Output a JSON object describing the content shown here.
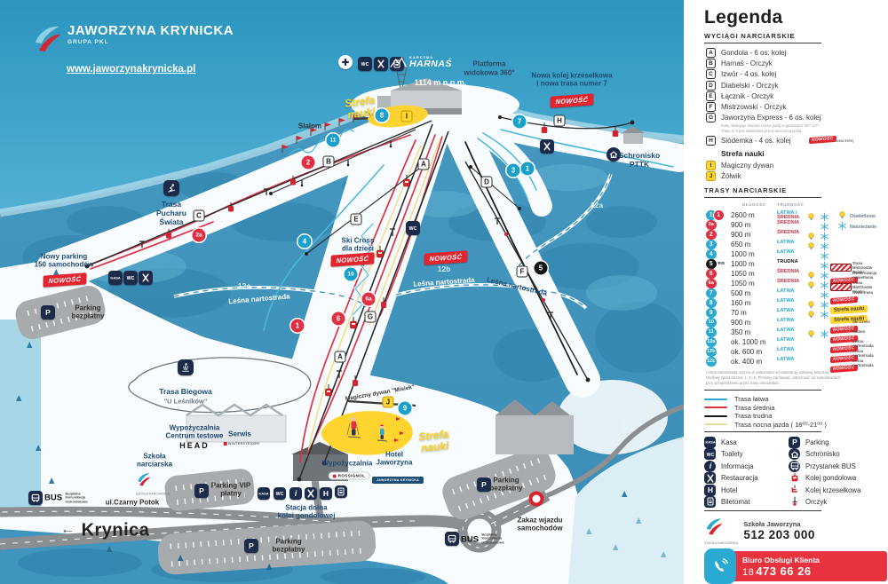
{
  "logo": {
    "title": "JAWORZYNA KRYNICKA",
    "subtitle": "GRUPA PKL",
    "website": "www.jaworzynakrynicka.pl"
  },
  "badge_nowosc": "NOWOŚĆ",
  "colors": {
    "easy": "#2aa9d2",
    "medium": "#e03044",
    "hard": "#17181a",
    "night": "#e8dd96",
    "accent_red": "#e2252f",
    "navy": "#1d2b4a",
    "yellow": "#ffd42e"
  },
  "map": {
    "labels": {
      "platforma": "Platforma\nwidokowa 360°",
      "altitude": "1114 m n.p.m.",
      "karczma_top": "KARCZMA",
      "karczma": "HARNAŚ",
      "strefa_nauki": "Strefa\nnauki",
      "nowa_kolej": "Nowa kolej krzesełkowa\ni nowa trasa numer 7",
      "schronisko": "Schronisko\nPTTK",
      "slalom": "Slalom",
      "trasa_pucharu": "Trasa\nPucharu\nŚwiata",
      "nowy_parking": "Nowy parking\n150 samochodów",
      "parking_bezplatny": "Parking\nbezpłatny",
      "ski_cross": "Ski Cross\ndla dzieci",
      "n12a": "12a",
      "n12b": "12b",
      "n12c": "12c",
      "lesna": "Leśna nartostrada",
      "trasa_biegowa": "Trasa Biegowa",
      "u_lesnikow": "\"U Leśników\"",
      "wypozyczalnia_centrum": "Wypożyczalnia\nCentrum testowe",
      "serwis": "Serwis",
      "szkola_narciarska": "Szkoła\nnarciarska",
      "czarny_potok": "ul.Czarny Potok",
      "parking_vip": "Parking VIP\npłatny",
      "stacja_dolna": "Stacja dolna\nkolei gondolowej",
      "wypozyczalnia": "Wypożyczalnia",
      "hotel": "Hotel\nJaworzyna",
      "magiczny_dywan": "Magiczny dywan \"Misiek\"",
      "zakaz": "Zakaz wjazdu\nsamochodów",
      "bus": "BUS",
      "bus_sub": "Bezpłatna\nKomunikacja\nUzdrowiskowa",
      "krynica": "Krynica"
    },
    "brands": {
      "head": "HEAD",
      "rossignol": "ROSSIGNOL",
      "wintersteiger": "WINTERSTEIGER",
      "hotel_logo": "JAWORZYNA KRYNICKA",
      "school_micro": "SZKOŁA NARCIARSKA"
    },
    "lift_letters": {
      "a": "A",
      "b": "B",
      "c": "C",
      "d": "D",
      "e": "E",
      "f": "F",
      "g": "G",
      "h": "H",
      "i": "I",
      "j": "J"
    },
    "trail_numbers": {
      "1": "1",
      "2": "2",
      "2a": "2a",
      "3": "3",
      "4": "4",
      "5": "5",
      "6": "6",
      "6a": "6a",
      "7": "7",
      "8": "8",
      "9": "9",
      "10": "10",
      "11": "11"
    }
  },
  "legend": {
    "title": "Legenda",
    "lifts_heading": "WYCIĄGI NARCIARSKIE",
    "lifts": [
      {
        "letter": "A",
        "name": "Gondola - 6 os. kolej"
      },
      {
        "letter": "B",
        "name": "Harnaś - Orczyk"
      },
      {
        "letter": "C",
        "name": "Izwór - 4 os. kolej"
      },
      {
        "letter": "D",
        "name": "Diabelski - Orczyk"
      },
      {
        "letter": "E",
        "name": "Łącznik - Orczyk"
      },
      {
        "letter": "F",
        "name": "Mistrzowski - Orczyk"
      },
      {
        "letter": "G",
        "name": "Jaworzyna Express - 6 os. kolej",
        "note": "Kolej obsługuje również nocne jazdy w godzinach 18⁰⁰-21⁰⁰.\nTrasa nr 6 jest oświetlana przed wieczorną jazdą."
      },
      {
        "letter": "H",
        "name": "Siódemka - 4 os. kolej",
        "badge": "NOWOŚĆ",
        "badge_note": "Nowa kolej"
      }
    ],
    "strefa_heading": "Strefa nauki",
    "strefa_items": [
      {
        "letter": "I",
        "name": "Magiczny dywan"
      },
      {
        "letter": "J",
        "name": "Żółwik"
      }
    ],
    "trails_heading": "TRASY NARCIARSKIE",
    "col_length": "DŁUGOŚĆ",
    "col_difficulty": "TRUDNOŚĆ",
    "fis_label": "FIS",
    "strefa_badge": "Strefa nauki",
    "icon_labels": {
      "light": "Oświetlenie",
      "snow": "Naśnieżanie"
    },
    "trails": [
      {
        "num": "1",
        "color": "easy",
        "num2": "1",
        "color2": "medium",
        "length": "2600 m",
        "difficulty": "ŁATWA /",
        "difficulty2": "ŚREDNIA",
        "light": true,
        "snow": true
      },
      {
        "num": "2a",
        "color": "medium",
        "length": "900 m",
        "difficulty": "ŚREDNIA",
        "light": false,
        "snow": true
      },
      {
        "num": "2",
        "color": "medium",
        "length": "900 m",
        "difficulty": "ŚREDNIA",
        "light": true,
        "snow": true
      },
      {
        "num": "3",
        "color": "easy",
        "length": "650 m",
        "difficulty": "ŁATWA",
        "light": true,
        "snow": true
      },
      {
        "num": "4",
        "color": "easy",
        "length": "1000 m",
        "difficulty": "ŁATWA",
        "light": false,
        "snow": true
      },
      {
        "num": "5",
        "color": "hard",
        "fis": true,
        "length": "1000 m",
        "difficulty": "TRUDNA",
        "light": false,
        "snow": true,
        "badge": "mp",
        "note": "Trasa Mistrzostw Polski"
      },
      {
        "num": "6",
        "color": "medium",
        "length": "1050 m",
        "difficulty": "ŚREDNIA",
        "light": true,
        "snow": true,
        "badge": "nowosc",
        "note": "Modernizacja oświetlenia"
      },
      {
        "num": "6a",
        "color": "medium",
        "length": "1050 m",
        "difficulty": "ŚREDNIA",
        "light": true,
        "snow": true,
        "badge": "mp",
        "note": "Trasa Mistrzostw Polski"
      },
      {
        "num": "7",
        "color": "easy",
        "length": "500 m",
        "difficulty": "ŁATWA",
        "light": false,
        "snow": true,
        "badge": "nowosc",
        "note": "Nowa trasa"
      },
      {
        "num": "8",
        "color": "easy",
        "length": "160 m",
        "difficulty": "ŁATWA",
        "light": true,
        "snow": true,
        "badge": "strefa",
        "note": ""
      },
      {
        "num": "9",
        "color": "easy",
        "length": "70 m",
        "difficulty": "ŁATWA",
        "light": true,
        "snow": true,
        "badge": "strefa",
        "note": ""
      },
      {
        "num": "10",
        "color": "easy",
        "length": "900 m",
        "difficulty": "ŁATWA",
        "light": false,
        "snow": false,
        "badge": "nowosc",
        "note": "Ski Cross"
      },
      {
        "num": "11",
        "color": "easy",
        "length": "350 m",
        "difficulty": "ŁATWA",
        "light": true,
        "snow": true,
        "badge": "nowosc",
        "note": "Slalom"
      },
      {
        "num": "12a",
        "color": "easy",
        "length": "ok. 1000 m",
        "difficulty": "ŁATWA",
        "light": false,
        "snow": false,
        "badge": "nowosc",
        "note": "Leśna nartostrada"
      },
      {
        "num": "12b",
        "color": "easy",
        "length": "ok. 600 m",
        "difficulty": "ŁATWA",
        "light": false,
        "snow": false,
        "badge": "nowosc",
        "note": "Leśna nartostrada"
      },
      {
        "num": "12c",
        "color": "easy",
        "length": "ok. 400 m",
        "difficulty": "ŁATWA",
        "light": false,
        "snow": false,
        "badge": "nowosc",
        "note": "Leśna nartostrada"
      }
    ],
    "footnote": "Leśna nartostrada czynna w zależności od naturalnej pokrywy śnieżnej.\nMożliwy zjazd do tras 1, 4 i 6. Prosimy zachować ostrożność na nartostradach\nprzy przejeżdżaniu przez trasy narciarskie.",
    "trail_types": [
      {
        "label": "Trasa łatwa",
        "color": "easy"
      },
      {
        "label": "Trasa średnia",
        "color": "medium"
      },
      {
        "label": "Trasa trudna",
        "color": "hard"
      },
      {
        "label": "Trasa nocna jazda ( 18⁰⁰-21⁰⁰ )",
        "color": "night"
      }
    ],
    "facilities": [
      {
        "icon": "kasa",
        "label": "Kasa"
      },
      {
        "icon": "parking",
        "label": "Parking"
      },
      {
        "icon": "wc",
        "label": "Toalety"
      },
      {
        "icon": "schronisko",
        "label": "Schronisko"
      },
      {
        "icon": "info",
        "label": "Informacja"
      },
      {
        "icon": "bus",
        "label": "Przystanek BUS"
      },
      {
        "icon": "restaurant",
        "label": "Restauracja"
      },
      {
        "icon": "gondola",
        "label": "Kolej gondolowa"
      },
      {
        "icon": "hotel",
        "label": "Hotel"
      },
      {
        "icon": "chairlift",
        "label": "Kolej krzesełkowa"
      },
      {
        "icon": "biletomat",
        "label": "Biletomat"
      },
      {
        "icon": "orczyk",
        "label": "Orczyk"
      }
    ],
    "contact": {
      "school_label": "Szkoła Jaworzyna",
      "school_phone": "512 203 000",
      "office_label": "Biuro Obsługi Klienta",
      "office_prefix": "18",
      "office_phone": "473 66 26"
    }
  }
}
